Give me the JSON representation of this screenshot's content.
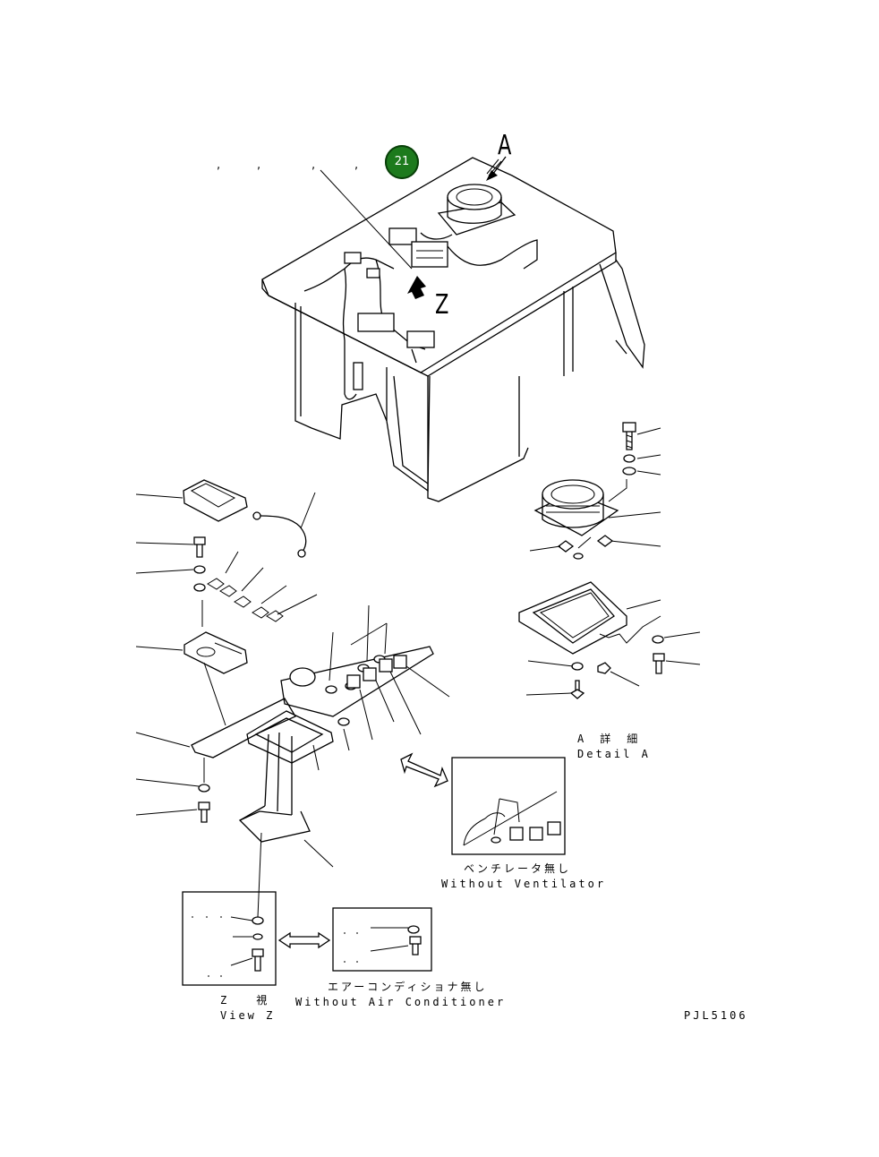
{
  "callout": {
    "number": "21",
    "color": "#1d7a1d"
  },
  "view_letters": {
    "a": "A",
    "z": "Z"
  },
  "detail_a": {
    "jp": "A　詳　細",
    "en": "Detail A"
  },
  "without_ventilator": {
    "jp": "ベンチレータ無し",
    "en": "Without Ventilator"
  },
  "view_z": {
    "jp": "Z　　視",
    "en": "View Z"
  },
  "without_air_conditioner": {
    "jp": "エアーコンディショナ無し",
    "en": "Without Air Conditioner"
  },
  "drawing_code": "PJL5106",
  "commas": [
    ",",
    ",",
    ",",
    ","
  ]
}
